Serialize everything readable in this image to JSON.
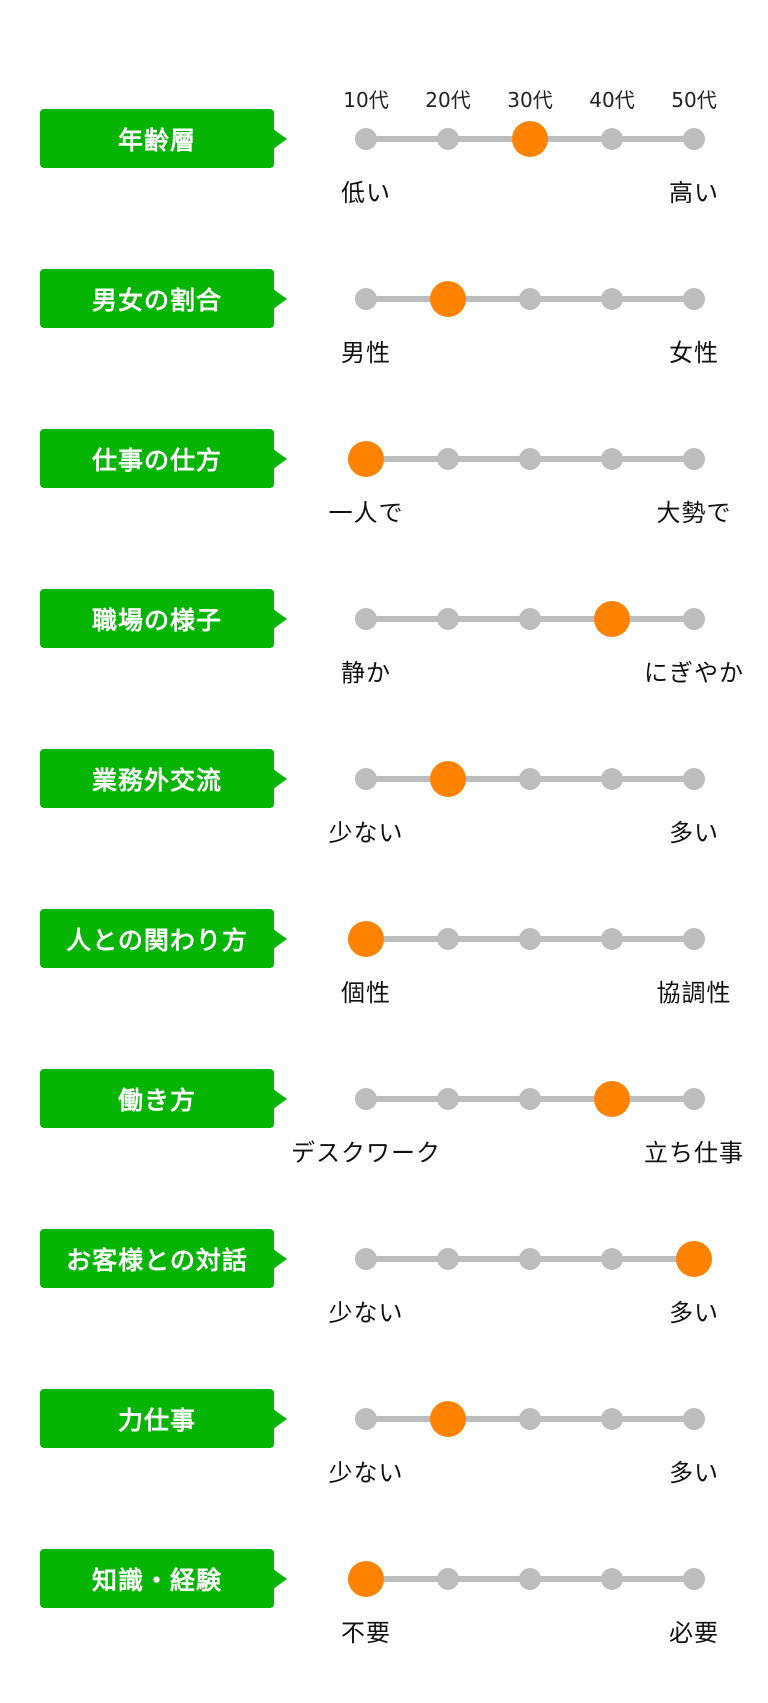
{
  "colors": {
    "label_bg": "#06b404",
    "active_dot": "#ff8200",
    "inactive_dot": "#bdbdbd",
    "track": "#bdbdbd"
  },
  "age_ticks": [
    "10代",
    "20代",
    "30代",
    "40代",
    "50代"
  ],
  "rows": [
    {
      "label": "年齢層",
      "value": 3,
      "low": "低い",
      "high": "高い"
    },
    {
      "label": "男女の割合",
      "value": 2,
      "low": "男性",
      "high": "女性"
    },
    {
      "label": "仕事の仕方",
      "value": 1,
      "low": "一人で",
      "high": "大勢で"
    },
    {
      "label": "職場の様子",
      "value": 4,
      "low": "静か",
      "high": "にぎやか"
    },
    {
      "label": "業務外交流",
      "value": 2,
      "low": "少ない",
      "high": "多い"
    },
    {
      "label": "人との関わり方",
      "value": 1,
      "low": "個性",
      "high": "協調性"
    },
    {
      "label": "働き方",
      "value": 4,
      "low": "デスクワーク",
      "high": "立ち仕事"
    },
    {
      "label": "お客様との対話",
      "value": 5,
      "low": "少ない",
      "high": "多い"
    },
    {
      "label": "力仕事",
      "value": 2,
      "low": "少ない",
      "high": "多い"
    },
    {
      "label": "知識・経験",
      "value": 1,
      "low": "不要",
      "high": "必要"
    }
  ]
}
